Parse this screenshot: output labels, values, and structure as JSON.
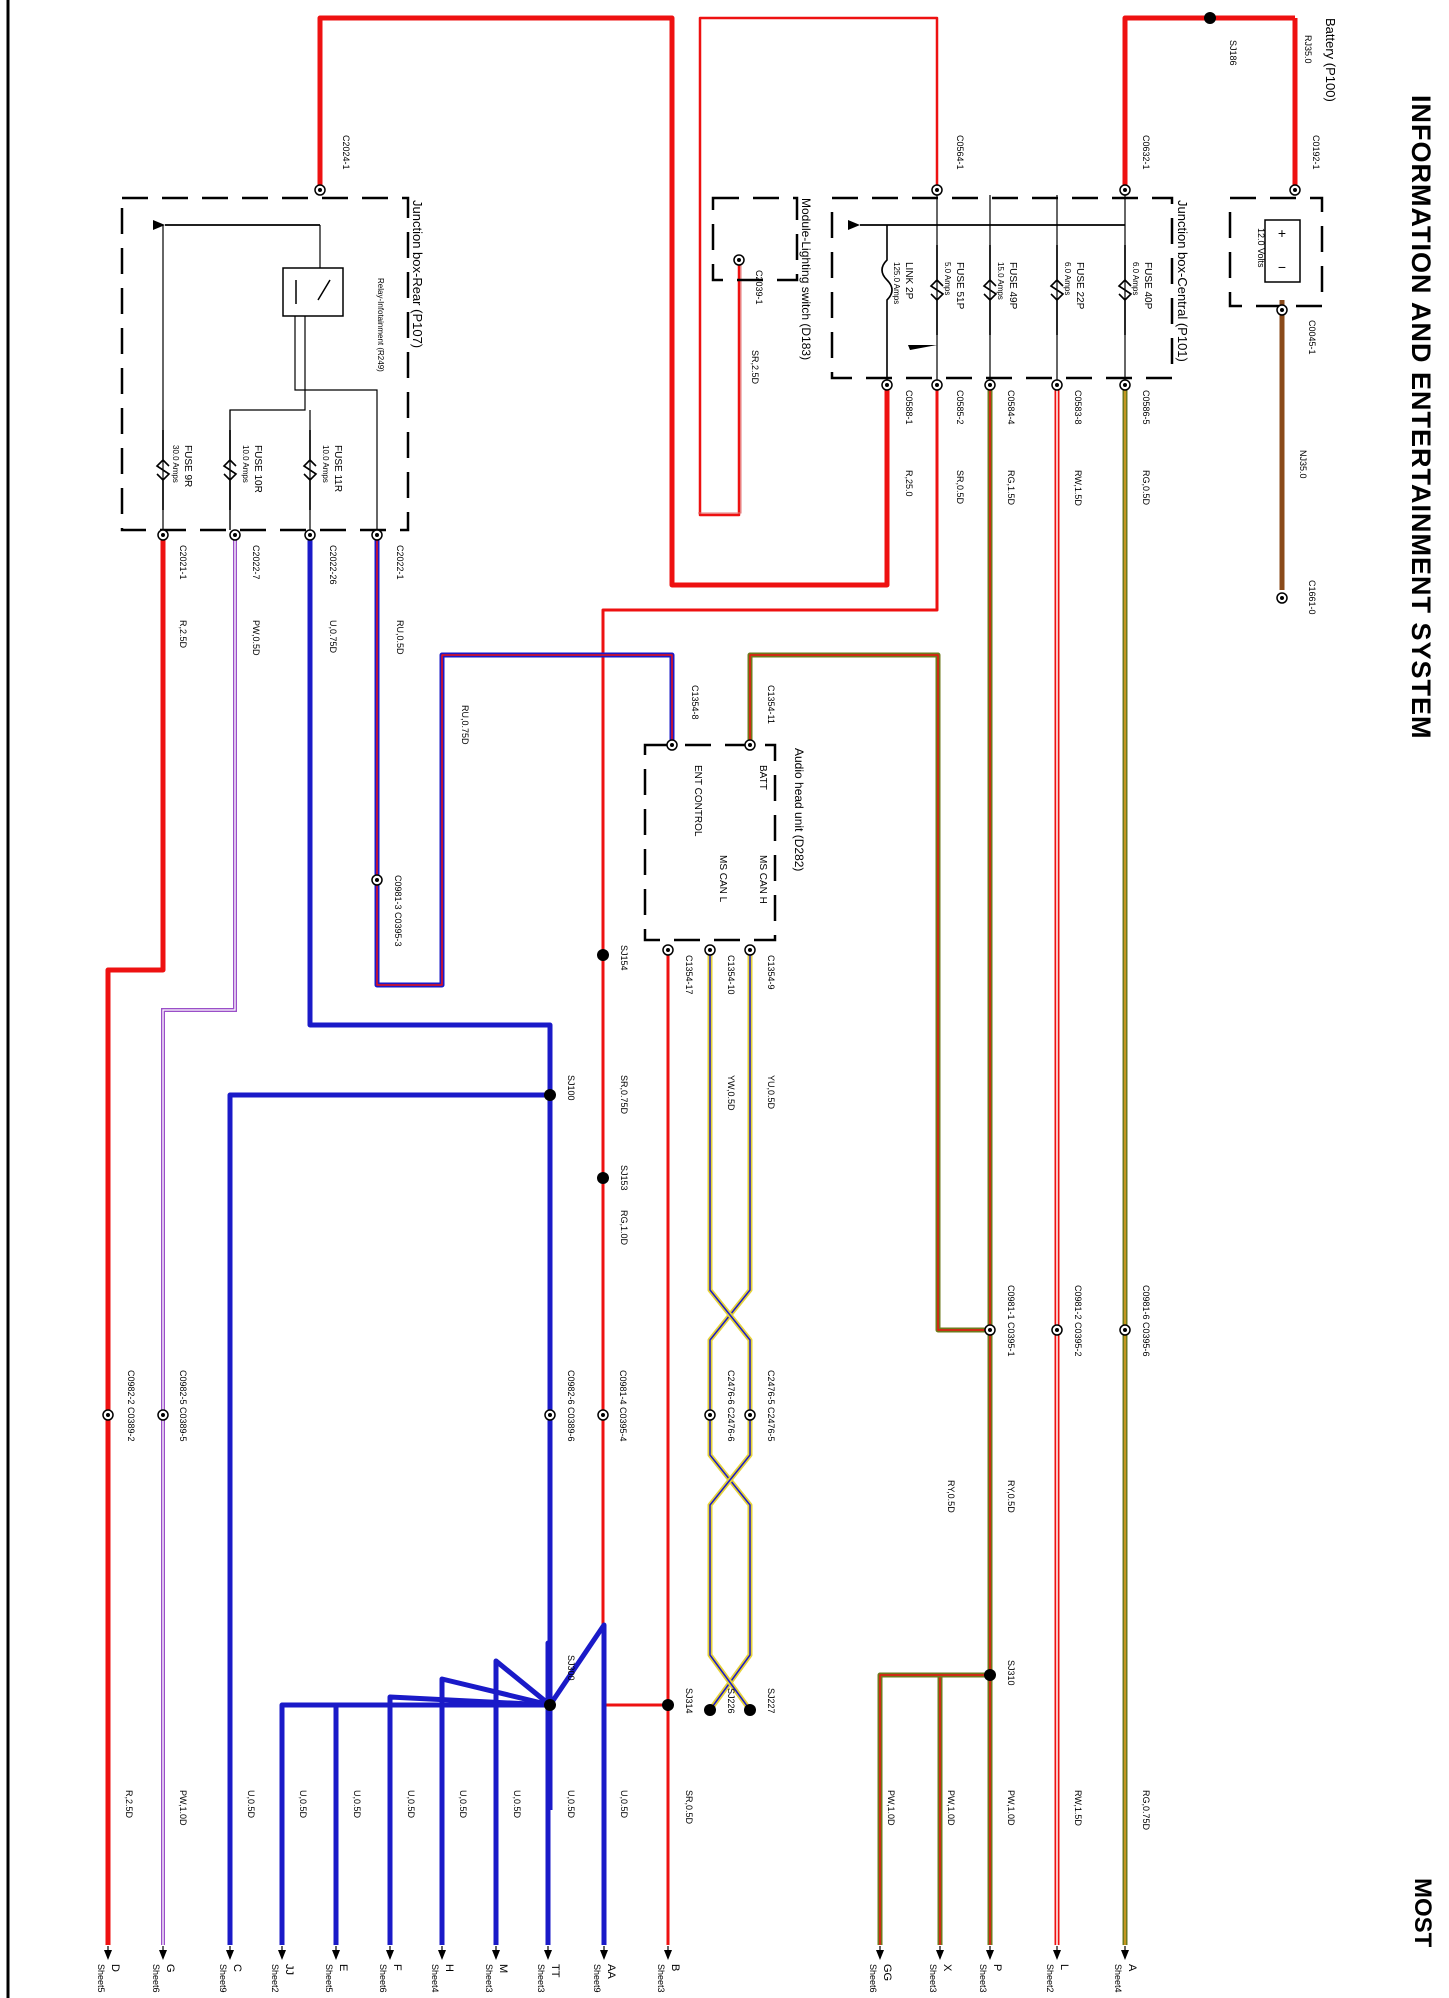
{
  "header": {
    "title": "INFORMATION AND ENTERTAINMENT SYSTEM",
    "section": "MOST"
  },
  "colors": {
    "red": "#ee1111",
    "blue": "#1a1ac8",
    "purple": "#9a4fc8",
    "olive": "#6e7a1c",
    "brown": "#8a4a1a",
    "yellow": "#e6d23a",
    "orange": "#e0a020",
    "pink": "#e07a7a"
  },
  "components": {
    "battery": {
      "label": "Battery (P100)",
      "rating": "12.0 Volts"
    },
    "jb_central": {
      "label": "Junction box-Central (P101)"
    },
    "jb_rear": {
      "label": "Junction box-Rear (P107)"
    },
    "lighting_switch": {
      "label": "Module-Lighting switch (D183)"
    },
    "relay": {
      "label": "Relay-Infotainment (R249)"
    },
    "audio_unit": {
      "label": "Audio head unit (D282)",
      "pins": [
        "BATT",
        "ENT CONTROL",
        "MS CAN H",
        "MS CAN L"
      ]
    }
  },
  "fuses": [
    {
      "name": "FUSE 40P",
      "rating": "6.0 Amps"
    },
    {
      "name": "FUSE 22P",
      "rating": "6.0 Amps"
    },
    {
      "name": "FUSE 49P",
      "rating": "15.0 Amps"
    },
    {
      "name": "FUSE 51P",
      "rating": "5.0 Amps"
    },
    {
      "name": "LINK 2P",
      "rating": "125.0 Amps"
    },
    {
      "name": "FUSE 11R",
      "rating": "10.0 Amps"
    },
    {
      "name": "FUSE 10R",
      "rating": "10.0 Amps"
    },
    {
      "name": "FUSE 9R",
      "rating": "30.0 Amps"
    }
  ],
  "connectors": [
    "C0192-1",
    "C0045-1",
    "C1661-0",
    "C0632-1",
    "C0564-1",
    "C2039-1",
    "C2024-1",
    "C0586-5",
    "C0583-8",
    "C0584-4",
    "C0585-2",
    "C0588-1",
    "C2022-1",
    "C2022-26",
    "C2022-7",
    "C2021-1",
    "C1354-11",
    "C1354-8",
    "C1354-9",
    "C1354-10",
    "C1354-17",
    "C0981-3 C0395-3",
    "C0981-6 C0395-6",
    "C0981-2 C0395-2",
    "C0981-1 C0395-1",
    "C2476-5 C2476-5",
    "C2476-6 C2476-6",
    "C0981-4 C0395-4",
    "C0982-6 C0389-6",
    "C0982-5 C0389-5",
    "C0982-2 C0389-2"
  ],
  "splices": [
    "SJ186",
    "SJ154",
    "SJ100",
    "SJ153",
    "SJ300",
    "SJ310",
    "SJ227",
    "SJ226",
    "SJ314"
  ],
  "wires": [
    "RJ35.0",
    "NJ35.0",
    "SR,2.5D",
    "RG,0.5D",
    "RW,1.5D",
    "RG,1.5D",
    "SR,0.5D",
    "R,25.0",
    "RU,0.5D",
    "U,0.75D",
    "PW,0.5D",
    "R,2.5D",
    "RU,0.75D",
    "YU,0.5D",
    "YW,0.5D",
    "SR,0.75D",
    "RG,1.0D",
    "RY,0.5D",
    "RG,0.75D",
    "PW,1.0D",
    "U,0.5D"
  ],
  "outputs": [
    {
      "letter": "A",
      "sheet": "Sheet4"
    },
    {
      "letter": "L",
      "sheet": "Sheet2"
    },
    {
      "letter": "P",
      "sheet": "Sheet3"
    },
    {
      "letter": "X",
      "sheet": "Sheet3"
    },
    {
      "letter": "GG",
      "sheet": "Sheet6"
    },
    {
      "letter": "B",
      "sheet": "Sheet3"
    },
    {
      "letter": "AA",
      "sheet": "Sheet9"
    },
    {
      "letter": "TT",
      "sheet": "Sheet3"
    },
    {
      "letter": "M",
      "sheet": "Sheet3"
    },
    {
      "letter": "H",
      "sheet": "Sheet4"
    },
    {
      "letter": "F",
      "sheet": "Sheet6"
    },
    {
      "letter": "E",
      "sheet": "Sheet5"
    },
    {
      "letter": "JJ",
      "sheet": "Sheet2"
    },
    {
      "letter": "C",
      "sheet": "Sheet9"
    },
    {
      "letter": "G",
      "sheet": "Sheet6"
    },
    {
      "letter": "D",
      "sheet": "Sheet5"
    }
  ]
}
